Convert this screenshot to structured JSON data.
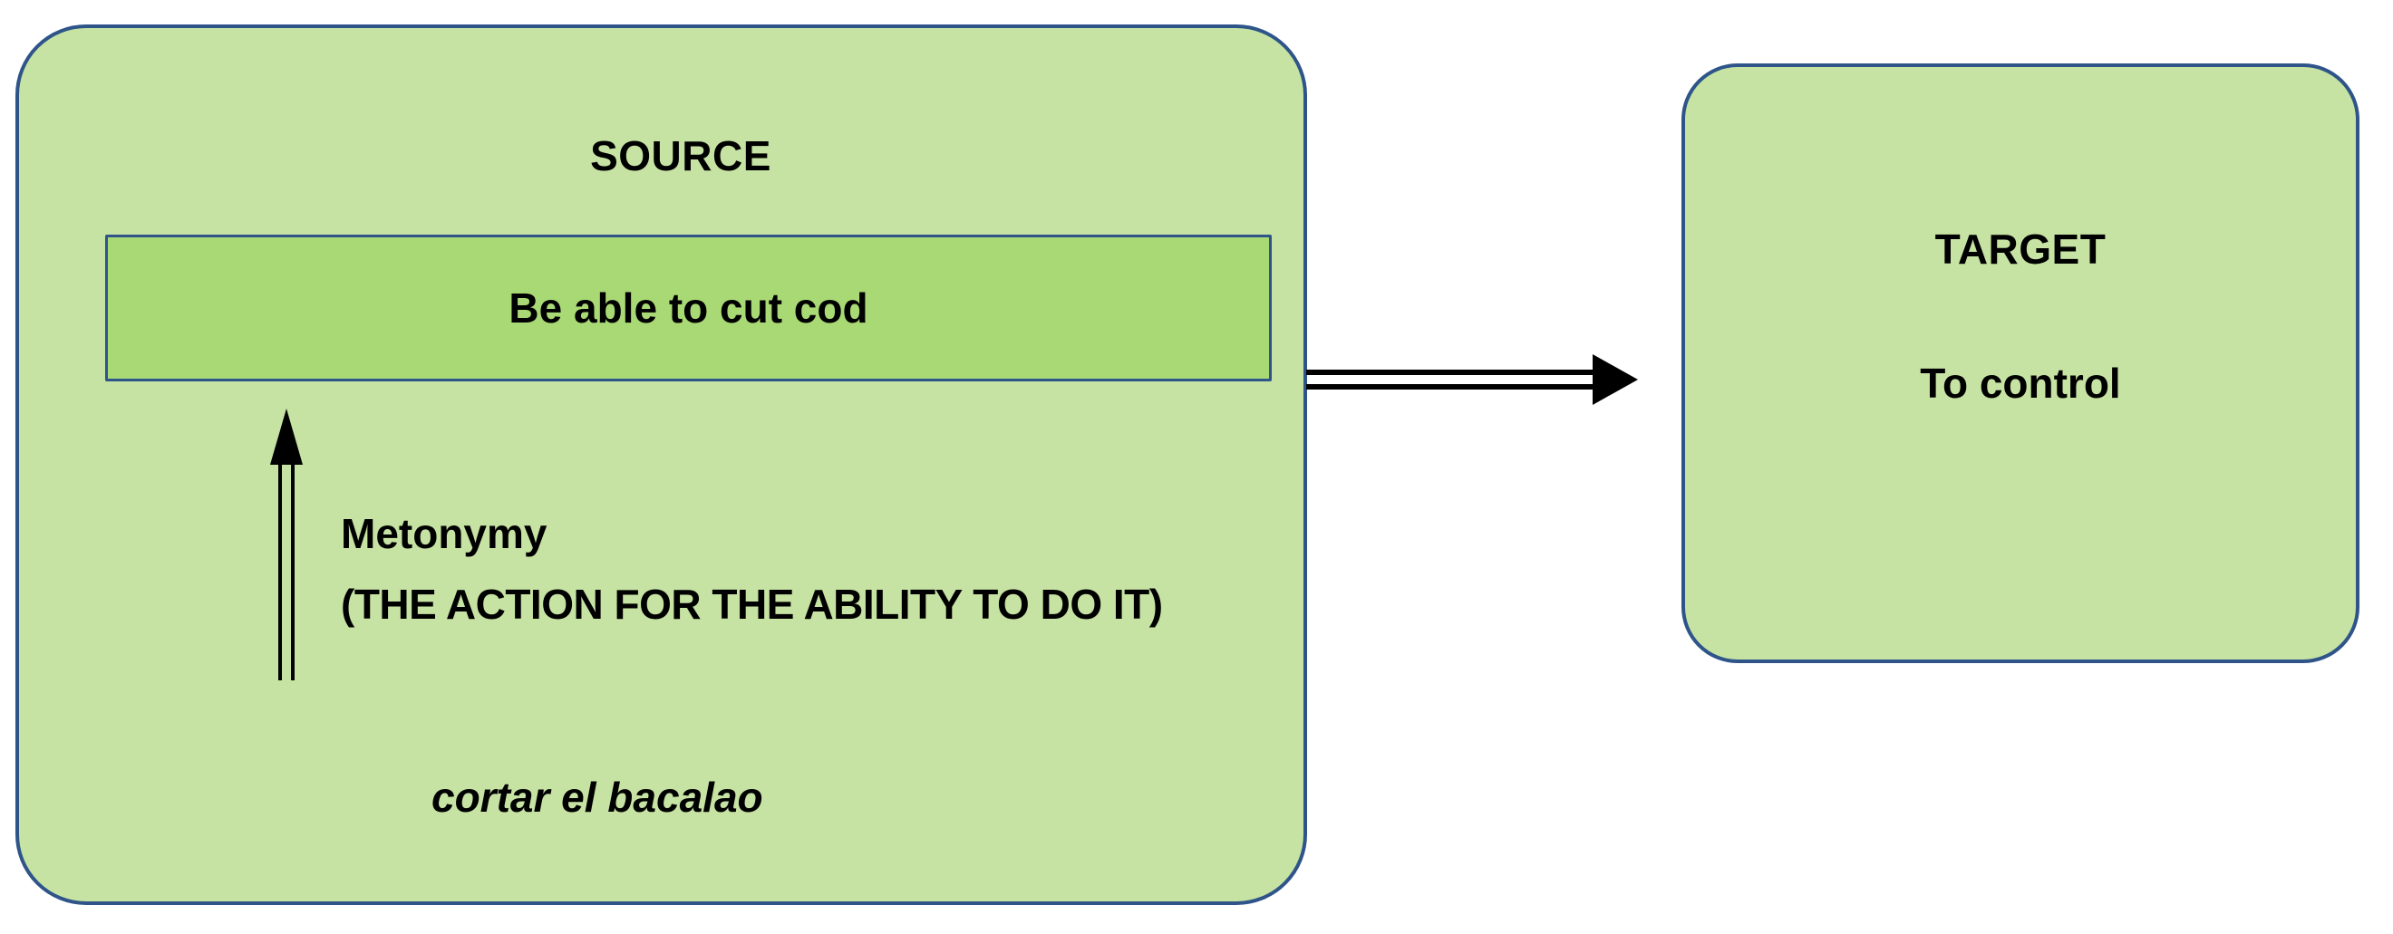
{
  "diagram": {
    "type": "conceptual-metaphor-mapping",
    "source": {
      "title": "SOURCE",
      "concept": "Be able to cut cod",
      "metonymy_label": "Metonymy",
      "metonymy_gloss": "(THE ACTION FOR THE ABILITY TO DO IT)",
      "expression": "cortar el bacalao"
    },
    "target": {
      "title": "TARGET",
      "concept": "To control"
    },
    "arrows": {
      "mapping_arrow_name": "source-to-target-arrow",
      "metonymy_arrow_name": "metonymy-upward-arrow"
    },
    "colors": {
      "domain_fill": "#c6e3a3",
      "concept_fill": "#a9d975",
      "border": "#2e5489",
      "text": "#000000",
      "background": "#ffffff"
    }
  }
}
